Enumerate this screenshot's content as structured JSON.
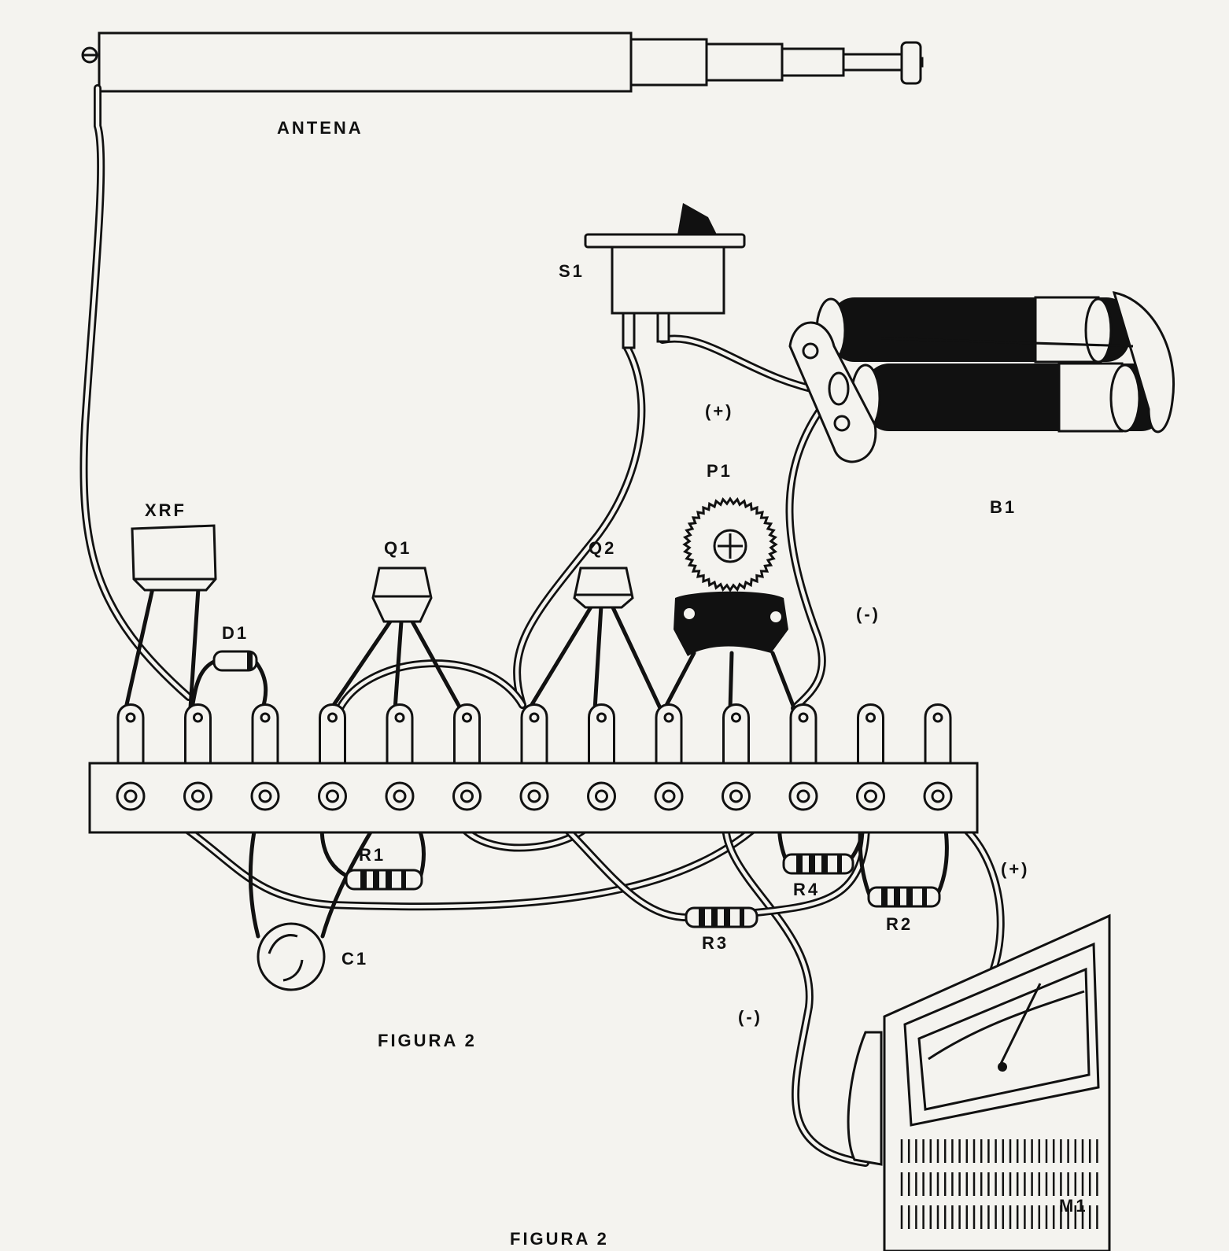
{
  "labels": {
    "antenna": "ANTENA",
    "switch": "S1",
    "battery": "B1",
    "battery_plus": "(+)",
    "battery_minus": "(-)",
    "potentiometer": "P1",
    "rf_choke": "XRF",
    "diode": "D1",
    "transistor1": "Q1",
    "transistor2": "Q2",
    "resistor1": "R1",
    "resistor2": "R2",
    "resistor3": "R3",
    "resistor4": "R4",
    "capacitor": "C1",
    "meter": "M1",
    "meter_plus": "(+)",
    "meter_minus": "(-)",
    "figure_caption_1": "FIGURA 2",
    "figure_caption_2": "FIGURA 2"
  },
  "terminal_strip": {
    "terminal_count": 13
  },
  "colors": {
    "ink": "#111111",
    "paper": "#f4f3ef"
  }
}
